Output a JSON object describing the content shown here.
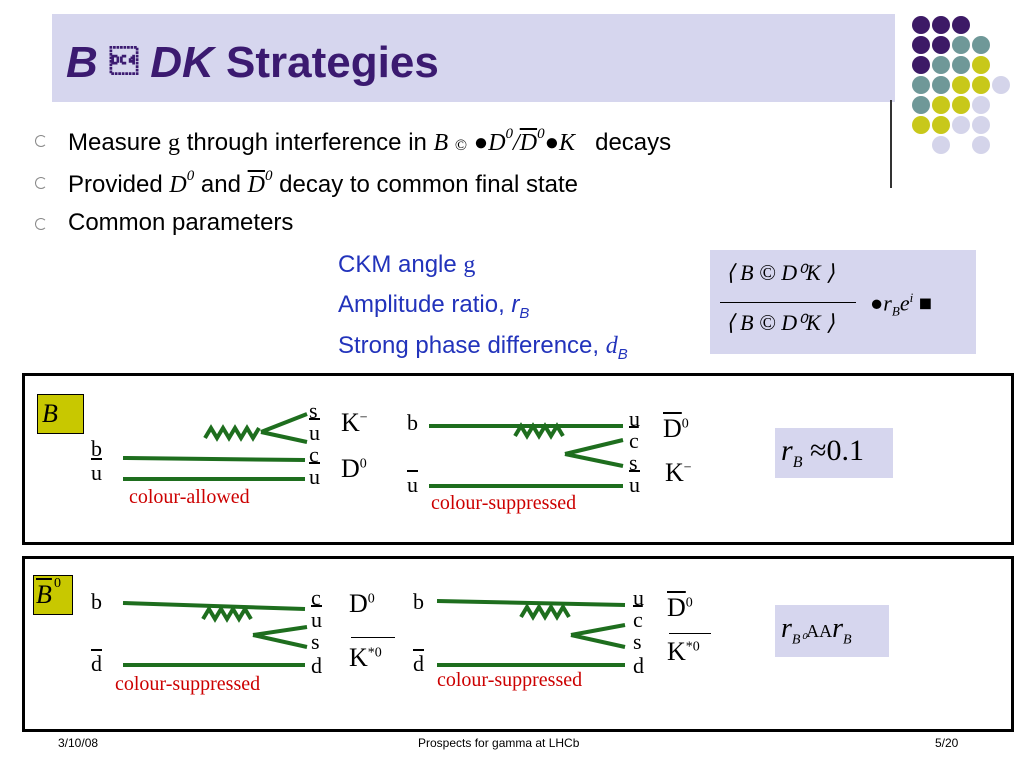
{
  "title": {
    "part1": "B",
    "arrow": "\u0014",
    "part2": "DK",
    "part3": "Strategies"
  },
  "colors": {
    "title": "#3b1a70",
    "accent_bg": "#d6d6ee",
    "blue": "#2233bb",
    "red": "#cc0000",
    "yellow": "#c8c800",
    "green": "#1e6e1e"
  },
  "bullets": [
    {
      "pre": "Measure",
      "gamma": "g",
      "mid": "through interference in",
      "post": "decays"
    },
    {
      "pre": "Provided",
      "mid": "and",
      "post": "decay to common final state"
    },
    {
      "pre": "Common parameters"
    }
  ],
  "params": [
    "CKM angle",
    "Amplitude ratio,",
    "Strong phase difference,"
  ],
  "param_syms": {
    "gamma": "g",
    "rB": "r",
    "rBsub": "B",
    "dB": "d",
    "dBsub": "B"
  },
  "formula": {
    "num": "B © D⁰K",
    "den": "B © D⁰K",
    "rhs": "r",
    "rhsub": "B",
    "exp": "e"
  },
  "panel1": {
    "label": "B",
    "left": {
      "quarks_top": [
        "s",
        "u"
      ],
      "quarks_bot": [
        "c",
        "u"
      ],
      "b": "b",
      "ubar": "u",
      "K": "K",
      "Kcharge": "−",
      "D": "D",
      "Dsup": "0",
      "caption": "colour-allowed"
    },
    "right": {
      "b": "b",
      "ubar": "u",
      "q": [
        "u",
        "c",
        "s",
        "u"
      ],
      "D": "D",
      "Dsup": "0",
      "K": "K",
      "Kcharge": "−",
      "caption": "colour-suppressed"
    },
    "ratio": {
      "r": "r",
      "sub": "B",
      "val": "0.1"
    }
  },
  "panel2": {
    "label": "B",
    "labelsup": "0",
    "left": {
      "b": "b",
      "dbar": "d",
      "q": [
        "c",
        "u",
        "s",
        "d"
      ],
      "D": "D",
      "Dsup": "0",
      "K": "K",
      "Ksup": "*0",
      "caption": "colour-suppressed"
    },
    "right": {
      "b": "b",
      "dbar": "d",
      "q": [
        "u",
        "c",
        "s",
        "d"
      ],
      "D": "D",
      "Dsup": "0",
      "K": "K",
      "Ksup": "*0",
      "caption": "colour-suppressed"
    },
    "ratio": {
      "r": "r",
      "sub": "B⁰",
      "mid": "AA",
      "r2": "r",
      "sub2": "B"
    }
  },
  "footer": {
    "date": "3/10/08",
    "center": "Prospects for gamma at LHCb",
    "page": "5/20"
  }
}
